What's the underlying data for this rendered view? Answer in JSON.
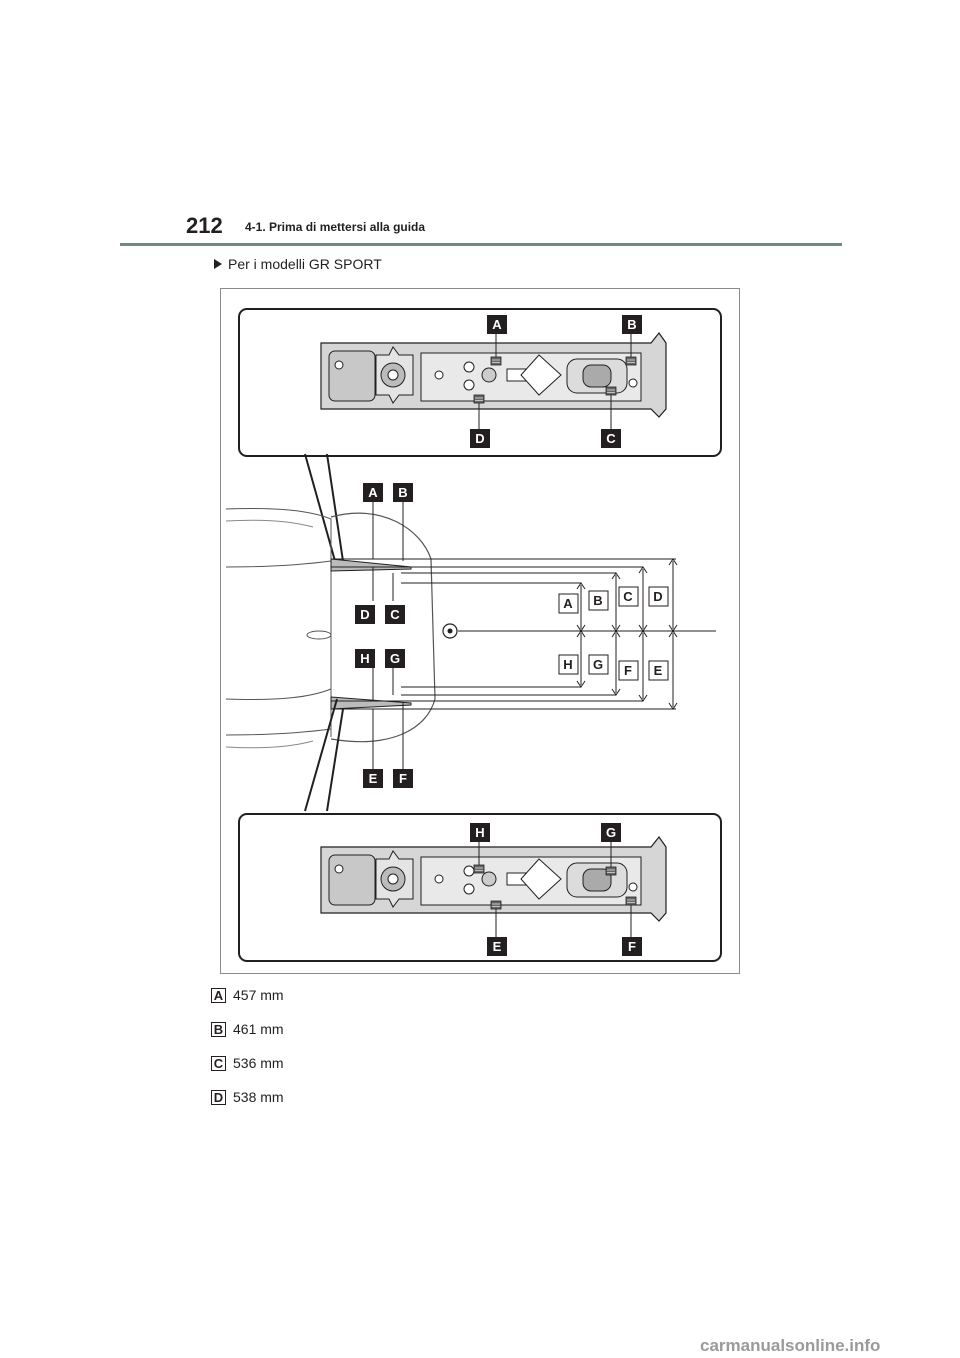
{
  "header": {
    "page_number": "212",
    "title": "4-1. Prima di mettersi alla guida"
  },
  "section": {
    "heading": "Per i modelli GR SPORT"
  },
  "figure": {
    "labels": {
      "A": "A",
      "B": "B",
      "C": "C",
      "D": "D",
      "E": "E",
      "F": "F",
      "G": "G",
      "H": "H"
    }
  },
  "legend": [
    {
      "key": "A",
      "value": "457 mm"
    },
    {
      "key": "B",
      "value": "461 mm"
    },
    {
      "key": "C",
      "value": "536 mm"
    },
    {
      "key": "D",
      "value": "538 mm"
    }
  ],
  "watermark": "carmanualsonline.info"
}
